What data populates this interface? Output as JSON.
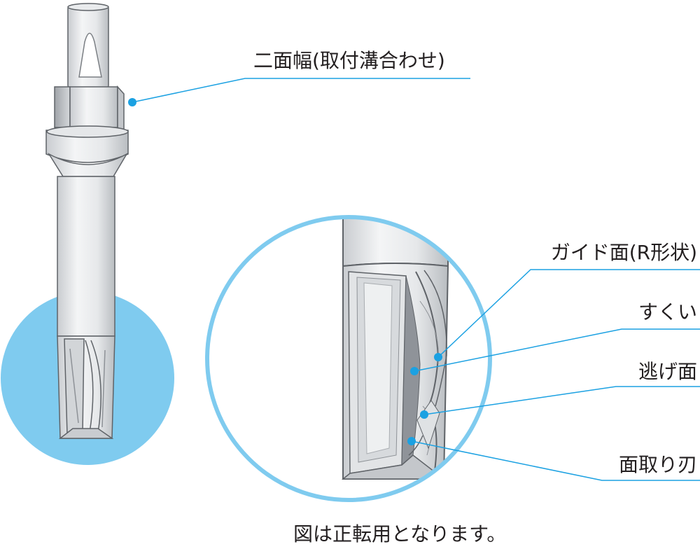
{
  "colors": {
    "accent": "#1ba1e2",
    "highlight_disc": "#7fcbef",
    "zoom_ring": "#7fcbef",
    "leader_line": "#1ba1e2",
    "metal_light": "#f2f3f4",
    "metal_mid": "#d9dbdd",
    "metal_dark": "#a9adb1",
    "outline": "#5f6368",
    "text": "#231f20"
  },
  "labels": {
    "flats": "二面幅(取付溝合わせ)",
    "guide_face": "ガイド面(R形状)",
    "rake": "すくい",
    "relief_face": "逃げ面",
    "chamfer_edge": "面取り刃"
  },
  "caption": "図は正転用となります。"
}
